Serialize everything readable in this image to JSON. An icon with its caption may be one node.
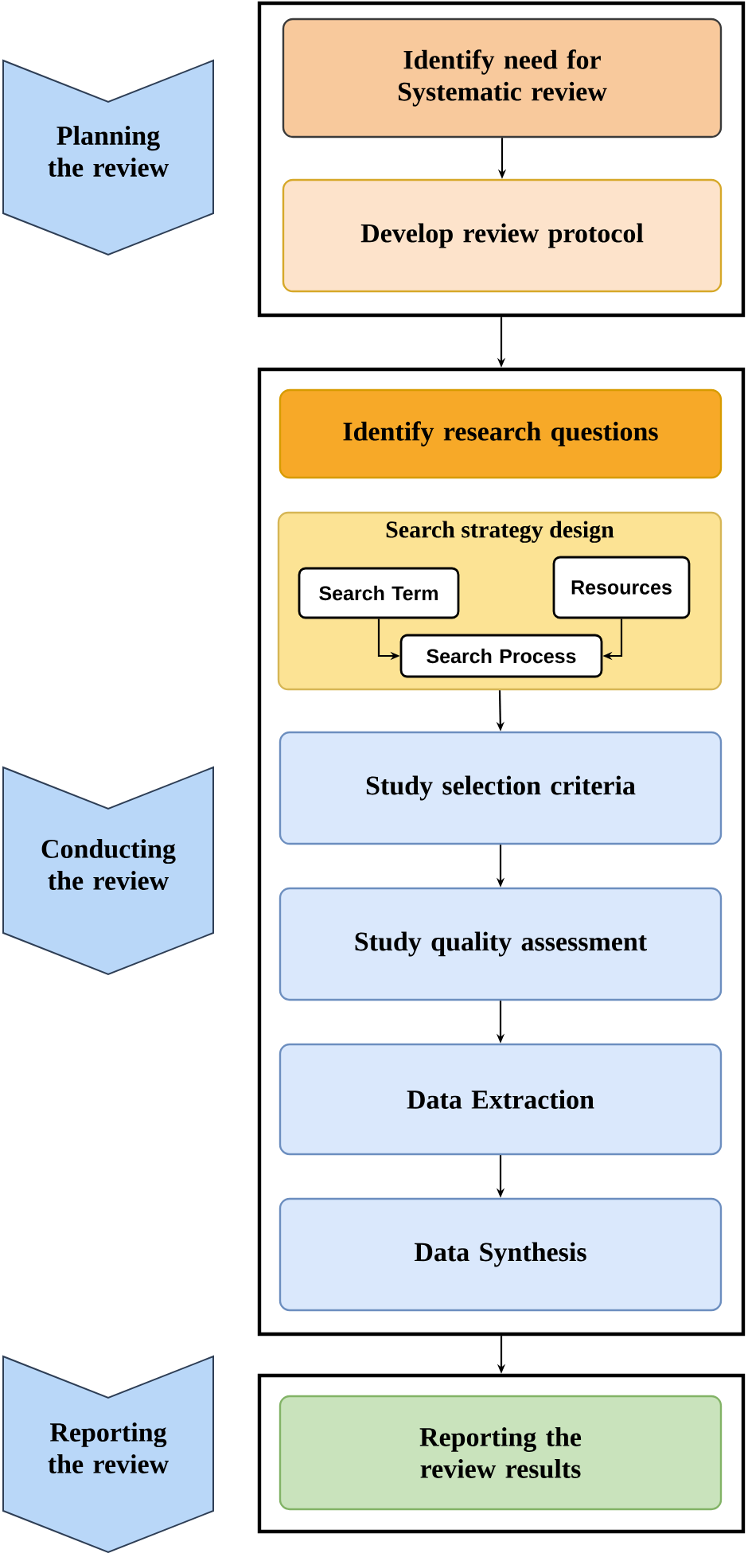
{
  "diagram": {
    "nodes": [
      {
        "text": [],
        "shape": "box"
      },
      {
        "text": [
          "Identify need for Systematic review"
        ],
        "in": 0
      },
      {
        "text": [
          "Develop review protocol"
        ],
        "in": 0
      },
      {
        "text": [],
        "shape": "box"
      },
      {
        "text": [
          "Identify research questions"
        ],
        "in": 3
      },
      {
        "text": [
          "Search strategy design"
        ],
        "in": 3
      },
      {
        "text": [
          "Search Term"
        ],
        "in": 5
      },
      {
        "text": [
          "Resources"
        ],
        "in": 5
      },
      {
        "text": [
          "Search Process"
        ],
        "in": 5
      },
      {
        "text": [
          "Study selection criteria"
        ],
        "in": 3
      },
      {
        "text": [
          "Study quality assessment"
        ],
        "in": 3
      },
      {
        "text": [
          "Data Extraction"
        ],
        "in": 3
      },
      {
        "text": [
          "Data Synthesis"
        ],
        "in": 3
      },
      {
        "text": [],
        "shape": "box"
      },
      {
        "text": [
          "Reporting the review results"
        ],
        "in": 13
      },
      {
        "text": [
          "Planning the review"
        ]
      },
      {
        "text": [
          "Conducting the review"
        ]
      },
      {
        "text": [
          "Reporting the review"
        ]
      }
    ],
    "edges": [
      {
        "from": 1,
        "to": 2,
        "arrow": "to"
      },
      {
        "from": 0,
        "to": 3,
        "arrow": "to"
      },
      {
        "from": 6,
        "to": 8,
        "arrow": "to"
      },
      {
        "from": 7,
        "to": 8,
        "arrow": "to"
      },
      {
        "from": 5,
        "to": 9,
        "arrow": "to"
      },
      {
        "from": 9,
        "to": 10,
        "arrow": "to"
      },
      {
        "from": 10,
        "to": 11,
        "arrow": "to"
      },
      {
        "from": 11,
        "to": 12,
        "arrow": "to"
      },
      {
        "from": 3,
        "to": 13,
        "arrow": "to"
      }
    ]
  }
}
